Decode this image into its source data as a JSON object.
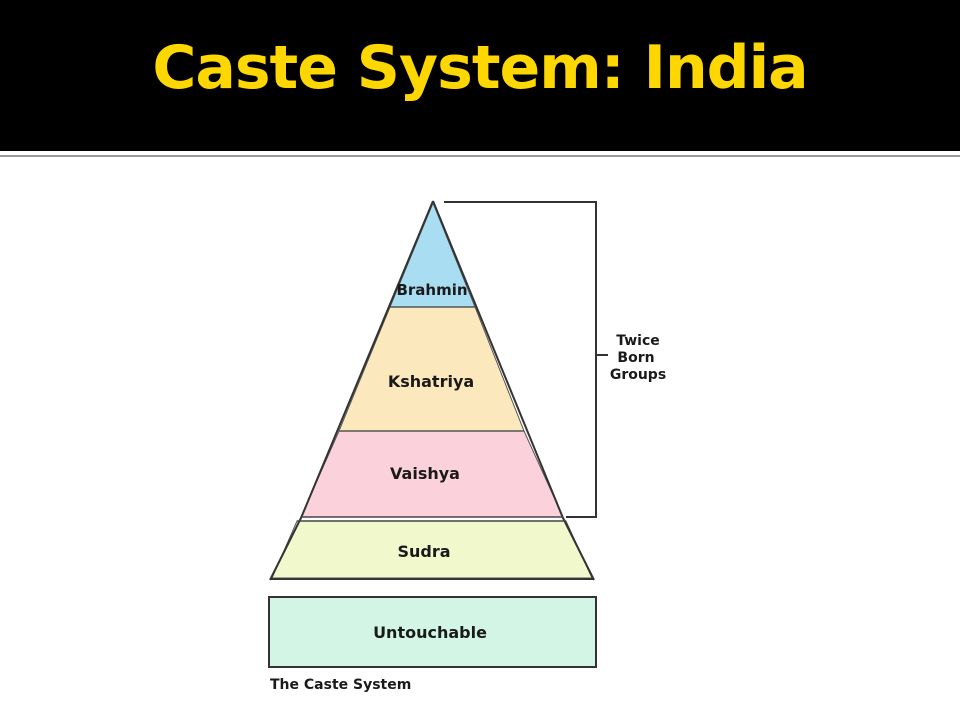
{
  "slide": {
    "title": "Caste System: India",
    "colors": {
      "background": "#000000",
      "title": "#ffd700",
      "content_background": "#ffffff"
    }
  },
  "diagram": {
    "tiers": [
      {
        "label": "Brahmin",
        "color": "#a8ddf2"
      },
      {
        "label": "Kshatriya",
        "color": "#fbe8bc"
      },
      {
        "label": "Vaishya",
        "color": "#fbd2dc"
      },
      {
        "label": "Sudra",
        "color": "#f0f8cc"
      }
    ],
    "base": {
      "label": "Untouchable",
      "color": "#d2f5e6"
    },
    "bracket": {
      "lines": [
        "Twice",
        "Born",
        "Groups"
      ]
    },
    "caption": "The Caste System"
  }
}
